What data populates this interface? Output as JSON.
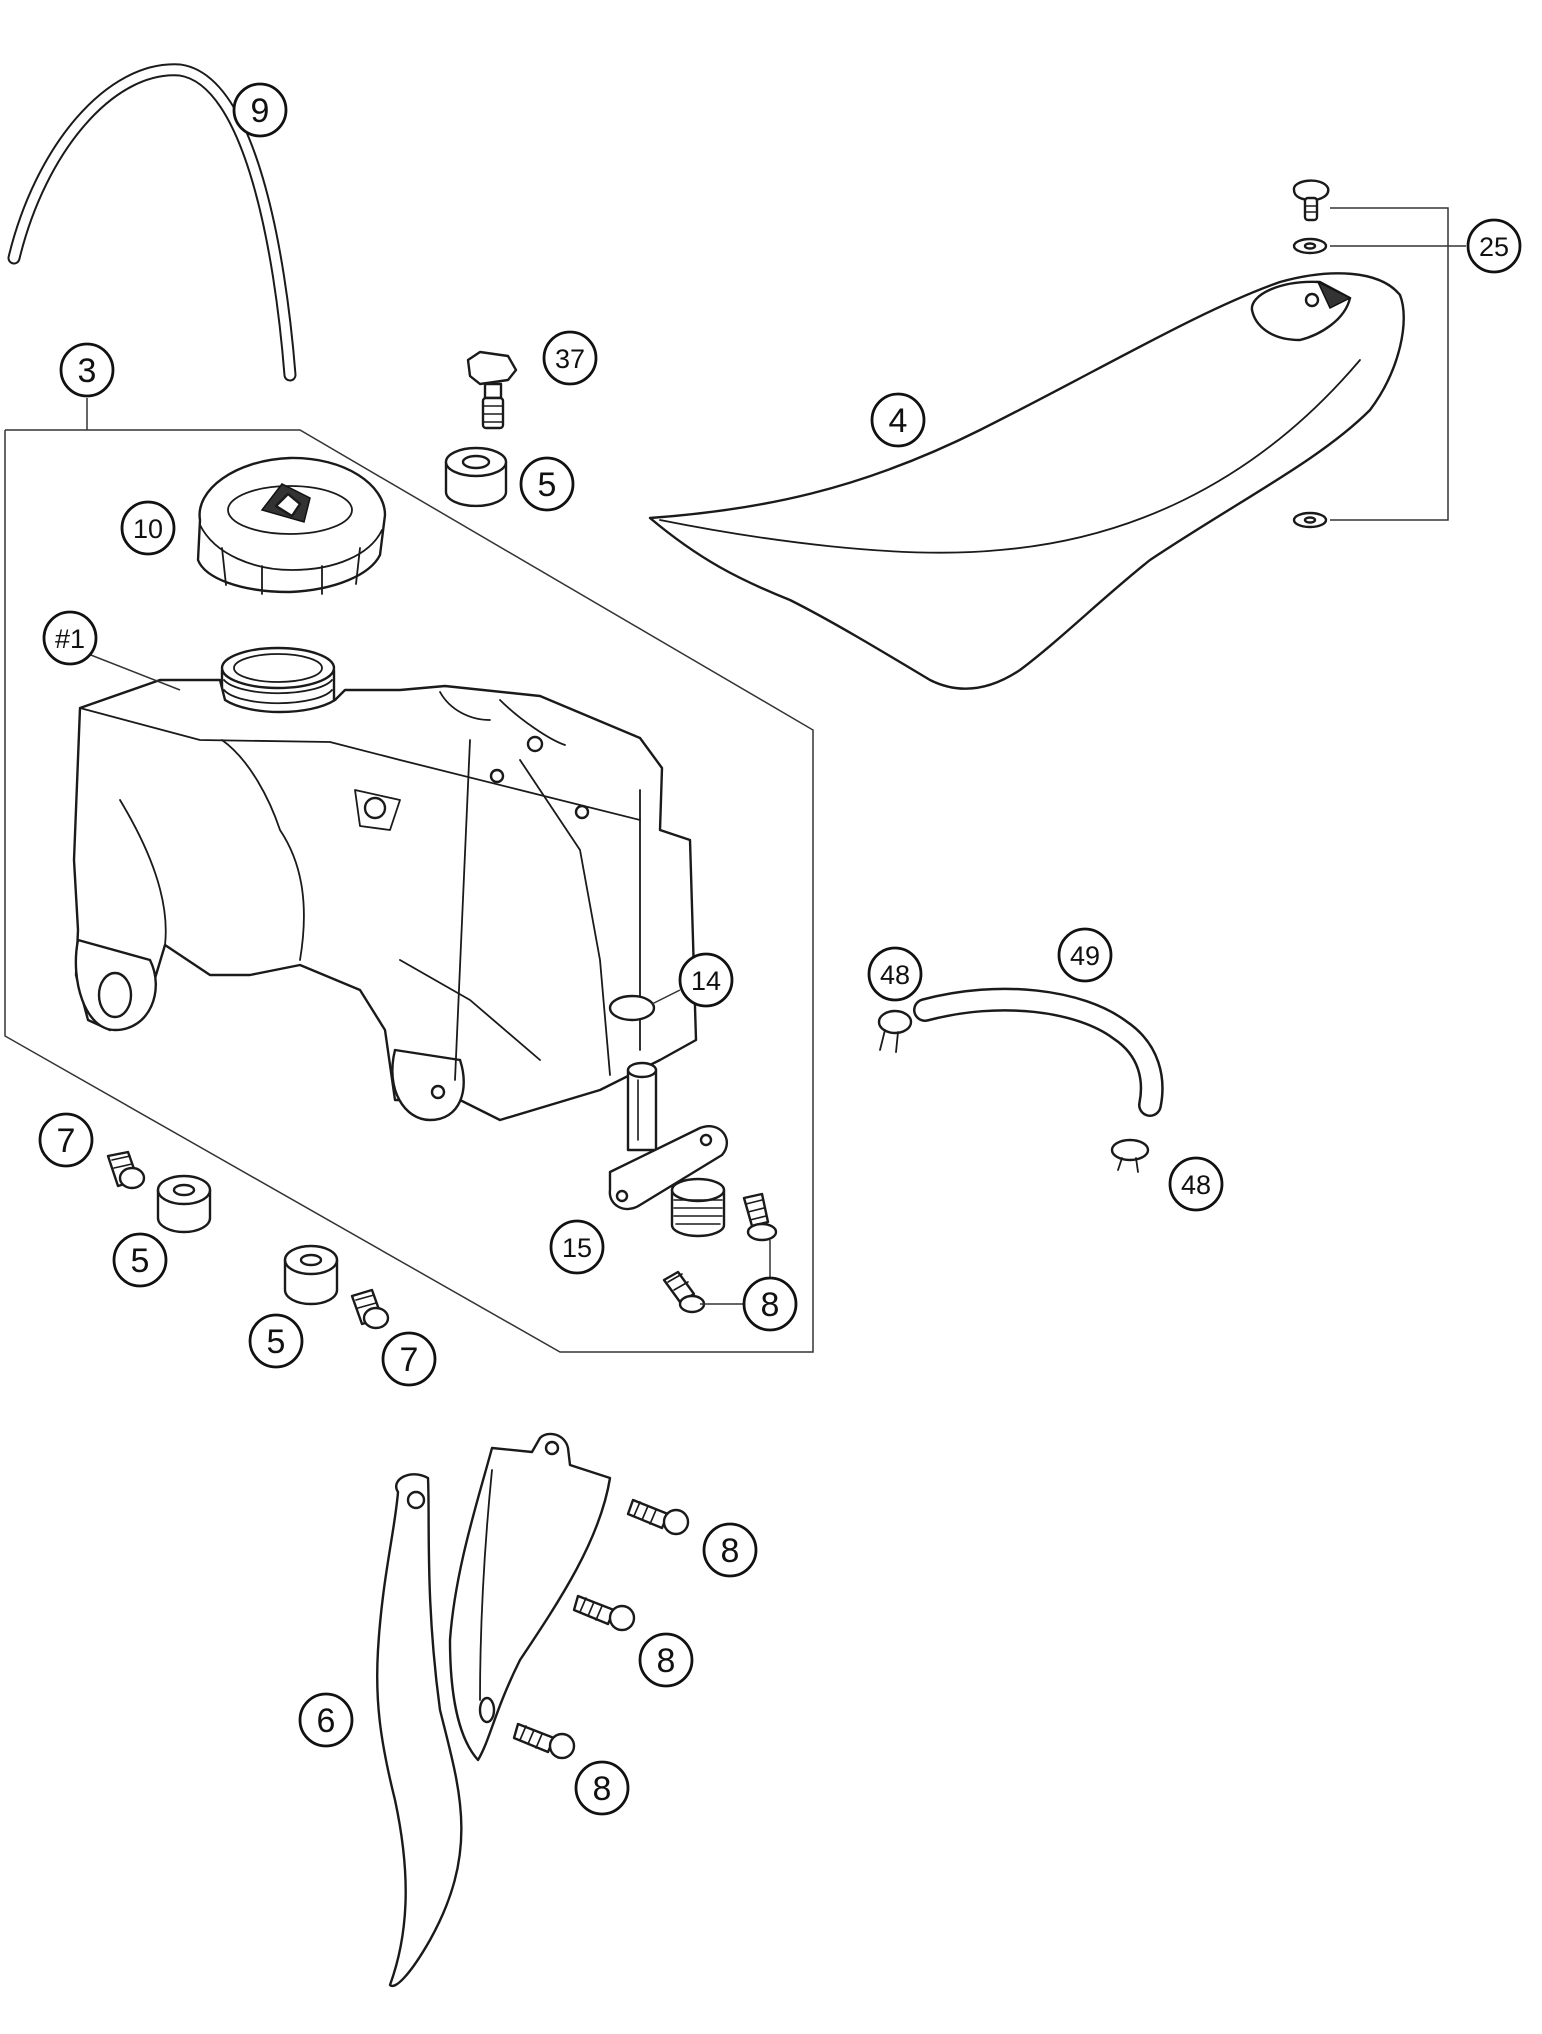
{
  "callouts": {
    "c9": "9",
    "c3": "3",
    "c37": "37",
    "c5a": "5",
    "c10": "10",
    "c4": "4",
    "c25": "25",
    "c1": "#1",
    "c14": "14",
    "c48a": "48",
    "c49": "49",
    "c48b": "48",
    "c7a": "7",
    "c5b": "5",
    "c5c": "5",
    "c7b": "7",
    "c15": "15",
    "c8a": "8",
    "c8b": "8",
    "c8c": "8",
    "c8d": "8",
    "c6": "6"
  }
}
